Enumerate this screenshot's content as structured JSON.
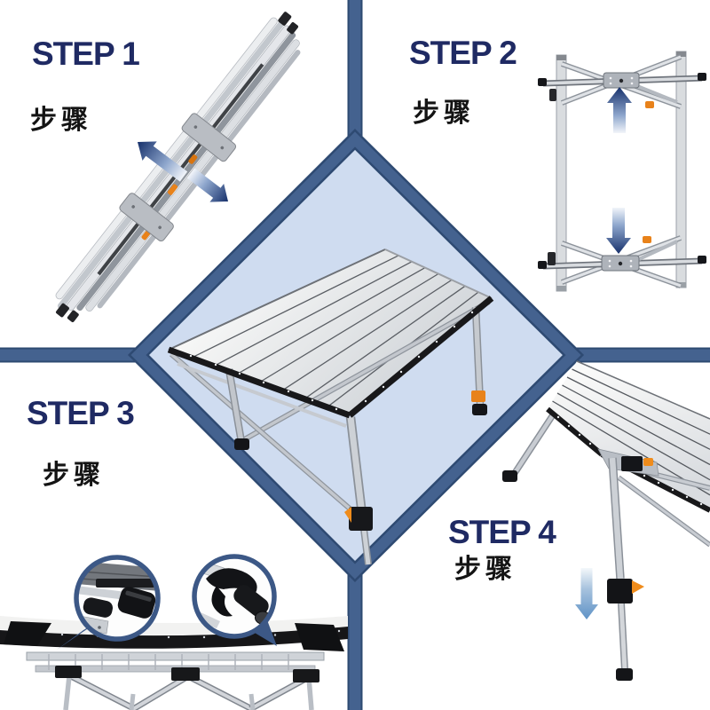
{
  "page": {
    "type": "product-assembly-instruction-graphic",
    "background": "#ffffff"
  },
  "colors": {
    "step_title": "#1f2a63",
    "step_subtitle": "#141414",
    "divider_main": "#44628f",
    "divider_edge": "#2e4a72",
    "diamond_fill": "#cfdcf0",
    "arrow_navy_head": "#16306b",
    "arrow_fade_tail": "#f2f5fa",
    "arrow_step4_blue": "#5e92c6",
    "metal_light": "#e6e8eb",
    "metal_mid": "#c3c7cd",
    "metal_dark": "#8b9199",
    "hardware_black": "#141518",
    "accent_orange": "#e8821a"
  },
  "steps": [
    {
      "label": "STEP 1",
      "subtitle": "步骤",
      "figure": "folded-frame-bundle",
      "arrows": [
        "expand-up-left",
        "expand-down-right"
      ]
    },
    {
      "label": "STEP 2",
      "subtitle": "步骤",
      "figure": "opened-standing-frame",
      "arrows": [
        "push-up",
        "push-down"
      ]
    },
    {
      "label": "STEP 3",
      "subtitle": "步骤",
      "figure": "tabletop-underside",
      "details": [
        "clamp-roller-closeup",
        "hook-lock-closeup"
      ]
    },
    {
      "label": "STEP 4",
      "subtitle": "步骤",
      "figure": "corner-leg-extension",
      "arrows": [
        "extend-leg-down"
      ]
    }
  ],
  "center": {
    "figure": "assembled-folding-table"
  }
}
